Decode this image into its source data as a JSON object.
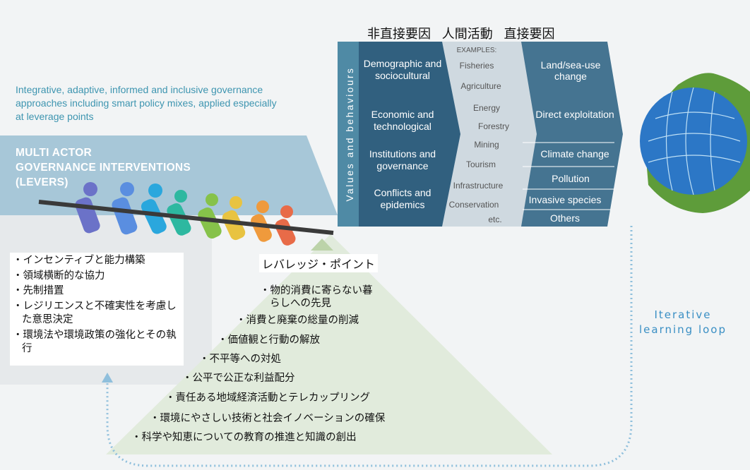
{
  "header": {
    "indirect": "非直接要因",
    "human": "人間活動",
    "direct": "直接要因"
  },
  "integrative_text": "Integrative, adaptive, informed and inclusive governance approaches including smart policy mixes, applied especially at leverage points",
  "levers": {
    "title_lines": [
      "MULTI ACTOR",
      "GOVERNANCE INTERVENTIONS",
      "(LEVERS)"
    ],
    "items": [
      "・インセンティブと能力構築",
      "・領域横断的な協力",
      "・先制措置",
      "・レジリエンスと不確実性を考慮した意思決定",
      "・環境法や環境政策の強化とその執行"
    ]
  },
  "leverage": {
    "label": "レバレッジ・ポイント",
    "points": [
      "・物的消費に寄らない暮",
      "らしへの先見",
      "・消費と廃棄の総量の削減",
      "・価値観と行動の解放",
      "・不平等への対処",
      "・公平で公正な利益配分",
      "・責任ある地域経済活動とテレカップリング",
      "・環境にやさしい技術と社会イノベーションの確保",
      "・科学や知恵についての教育の推進と知識の創出"
    ]
  },
  "values_label": "Values and behaviours",
  "indirect_drivers": [
    "Demographic and sociocultural",
    "Economic and technological",
    "Institutions and governance",
    "Conflicts and epidemics"
  ],
  "examples": {
    "header": "EXAMPLES:",
    "items": [
      "Fisheries",
      "Agriculture",
      "Energy",
      "Forestry",
      "Mining",
      "Tourism",
      "Infrastructure",
      "Conservation",
      "etc."
    ]
  },
  "direct_drivers": [
    "Land/sea-use change",
    "Direct exploitation",
    "Climate change",
    "Pollution",
    "Invasive species",
    "Others"
  ],
  "loop_label_lines": [
    "Iterative",
    "learning loop"
  ],
  "colors": {
    "lever_band": "#a7c7d8",
    "pyramid": "#e1ebdc",
    "indirect": "#31607f",
    "direct": "#457491",
    "examples": "#cfd9e0",
    "loop": "#8fbfdc",
    "loop_text": "#3a8fc4"
  }
}
